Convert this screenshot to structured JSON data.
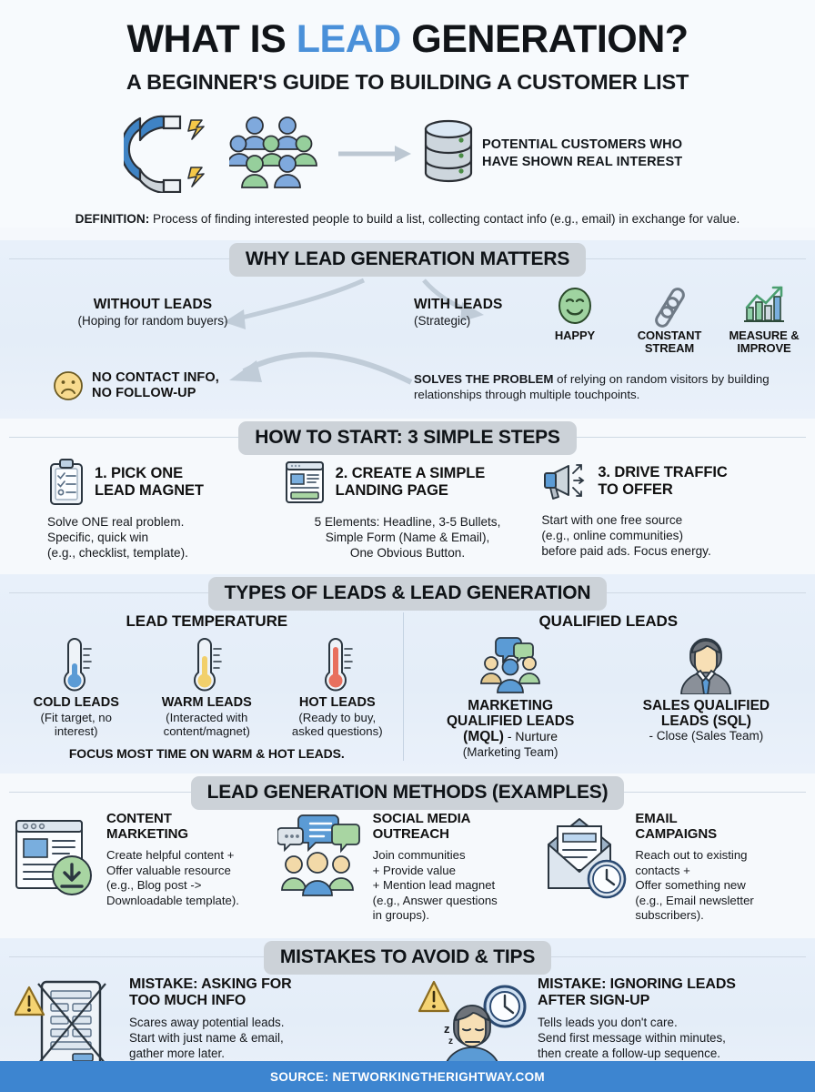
{
  "hero": {
    "title_pre": "WHAT IS ",
    "title_hl": "LEAD",
    "title_post": " GENERATION?",
    "subtitle": "A BEGINNER'S GUIDE TO BUILDING A CUSTOMER LIST",
    "result_text": "POTENTIAL CUSTOMERS WHO HAVE SHOWN REAL INTEREST",
    "definition_label": "DEFINITION:",
    "definition_text": " Process of finding interested people to build a list, collecting contact info (e.g., email) in exchange for value."
  },
  "why": {
    "heading": "WHY LEAD GENERATION MATTERS",
    "without_title": "WITHOUT LEADS",
    "without_sub": "(Hoping for random buyers)",
    "with_title": "WITH LEADS",
    "with_sub": "(Strategic)",
    "no_contact": "NO CONTACT INFO,\nNO FOLLOW-UP",
    "benefits": [
      {
        "label": "HAPPY",
        "icon": "smiley-face-icon"
      },
      {
        "label": "CONSTANT\nSTREAM",
        "icon": "chain-link-icon"
      },
      {
        "label": "MEASURE &\nIMPROVE",
        "icon": "bar-chart-growth-icon"
      }
    ],
    "solves_label": "SOLVES THE PROBLEM",
    "solves_text": " of relying on random visitors by building relationships through multiple touchpoints."
  },
  "steps": {
    "heading": "HOW TO START: 3 SIMPLE STEPS",
    "items": [
      {
        "icon": "clipboard-checklist-icon",
        "title": "1. PICK ONE\nLEAD MAGNET",
        "body": "Solve ONE real problem.\nSpecific, quick win\n(e.g., checklist, template)."
      },
      {
        "icon": "landing-page-icon",
        "title": "2. CREATE A SIMPLE\nLANDING PAGE",
        "body": "5 Elements: Headline, 3-5 Bullets,\nSimple Form (Name & Email),\nOne Obvious Button."
      },
      {
        "icon": "megaphone-icon",
        "title": "3. DRIVE TRAFFIC\nTO OFFER",
        "body": "Start with one free source\n(e.g., online communities)\nbefore paid ads. Focus energy."
      }
    ]
  },
  "types": {
    "heading": "TYPES OF LEADS & LEAD GENERATION",
    "left_title": "LEAD TEMPERATURE",
    "right_title": "QUALIFIED LEADS",
    "temperatures": [
      {
        "icon": "thermometer-cold-icon",
        "label": "COLD LEADS",
        "sub": "(Fit target, no\ninterest)",
        "color": "#5b9bd5"
      },
      {
        "icon": "thermometer-warm-icon",
        "label": "WARM LEADS",
        "sub": "(Interacted with\ncontent/magnet)",
        "color": "#f2d06b"
      },
      {
        "icon": "thermometer-hot-icon",
        "label": "HOT LEADS",
        "sub": "(Ready to buy,\nasked questions)",
        "color": "#e8705e"
      }
    ],
    "focus_note": "FOCUS MOST TIME ON WARM & HOT LEADS.",
    "qualified": [
      {
        "icon": "marketing-team-group-icon",
        "title": "MARKETING\nQUALIFIED LEADS\n(MQL)",
        "title_suffix": " - Nurture",
        "sub": "(Marketing Team)"
      },
      {
        "icon": "salesman-suit-icon",
        "title": "SALES QUALIFIED\nLEADS (SQL)",
        "title_suffix": "",
        "sub": "- Close (Sales Team)"
      }
    ]
  },
  "methods": {
    "heading": "LEAD GENERATION METHODS (EXAMPLES)",
    "items": [
      {
        "icon": "article-download-icon",
        "title": "CONTENT\nMARKETING",
        "body": "Create helpful content +\nOffer valuable resource\n(e.g., Blog post ->\nDownloadable template)."
      },
      {
        "icon": "social-chat-group-icon",
        "title": "SOCIAL MEDIA\nOUTREACH",
        "body": "Join communities\n+ Provide value\n+ Mention lead magnet\n(e.g., Answer questions\nin groups)."
      },
      {
        "icon": "email-clock-icon",
        "title": "EMAIL\nCAMPAIGNS",
        "body": "Reach out to existing\ncontacts +\nOffer something new\n(e.g., Email newsletter\nsubscribers)."
      }
    ]
  },
  "mistakes": {
    "heading": "MISTAKES TO AVOID & TIPS",
    "items": [
      {
        "icon": "long-form-crossed-out-icon",
        "title": "MISTAKE: ASKING FOR\nTOO MUCH INFO",
        "body": "Scares away potential leads.\nStart with just name & email,\ngather more later."
      },
      {
        "icon": "sleeping-person-clock-icon",
        "title": "MISTAKE: IGNORING LEADS\nAFTER SIGN-UP",
        "body": "Tells leads you don't care.\nSend first message within minutes,\nthen create a follow-up sequence."
      }
    ]
  },
  "footer": {
    "source": "SOURCE: NETWORKINGTHERIGHTWAY.COM"
  },
  "colors": {
    "accent_blue": "#4a90d9",
    "footer_blue": "#3d85d0",
    "band_shade": "#e6eff9",
    "pill_gray": "#ccd2d8",
    "green": "#a8d5a2",
    "yellow": "#f5d372"
  }
}
